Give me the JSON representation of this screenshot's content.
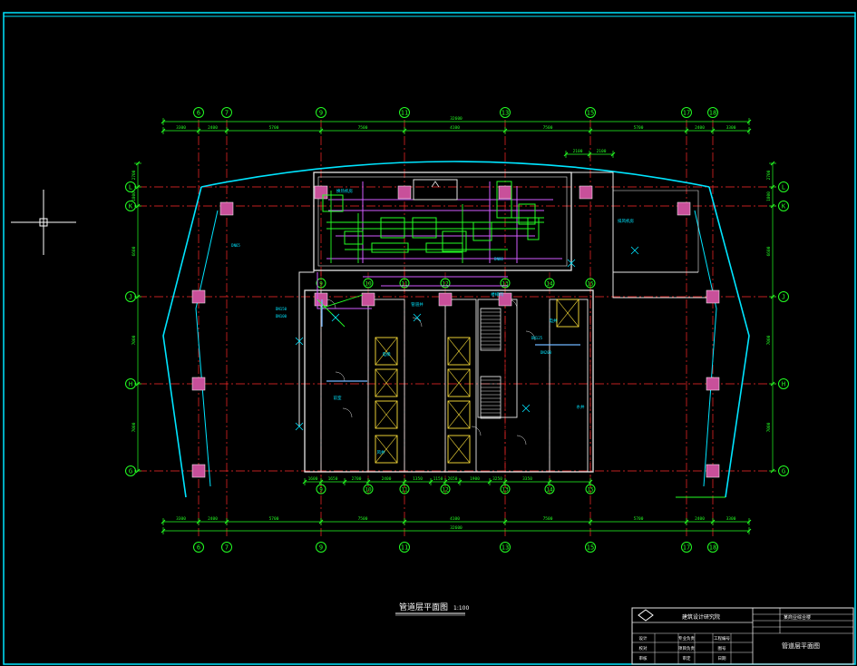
{
  "drawing": {
    "title_main": "管道层平面图",
    "scale": "1:100",
    "colors": {
      "background": "#000000",
      "frame": "#00e5ff",
      "axis": "#ff2a2a",
      "grid_bubble": "#23ff23",
      "dimension": "#23ff23",
      "wall": "#e6e6e6",
      "column": "#c8509a",
      "room_label": "#00e5ff",
      "equipment": "#23ff23",
      "pipe": "#d25cff",
      "note": "#ffe23b",
      "duct": "#6fb6ff"
    }
  },
  "grid_axes": {
    "vertical": [
      "6",
      "7",
      "9",
      "11",
      "13",
      "15",
      "17",
      "18"
    ],
    "horizontal": [
      "L",
      "K",
      "J",
      "H",
      "G"
    ],
    "inner_vertical": [
      "9",
      "10",
      "11",
      "12",
      "13",
      "14",
      "15"
    ]
  },
  "dimensions": {
    "top_total": "32600",
    "top_segments": [
      "3300",
      "2400",
      "5700",
      "7500",
      "4100",
      "7500",
      "5700",
      "2400",
      "3300"
    ],
    "top_inner": [
      "2100",
      "2100"
    ],
    "bottom_total": "32600",
    "bottom_segments": [
      "3300",
      "2400",
      "5700",
      "7500",
      "4100",
      "7500",
      "5700",
      "2400",
      "3300"
    ],
    "bottom_inner": [
      "1600",
      "1650",
      "2700",
      "2400",
      "1350",
      "1150",
      "2650",
      "1900",
      "3250",
      "3350"
    ],
    "left_segments": [
      "2700",
      "1800",
      "6600",
      "7000",
      "7000"
    ],
    "right_segments": [
      "2700",
      "1800",
      "6600",
      "7000",
      "7000"
    ]
  },
  "room_labels": [
    "换热机房",
    "排风机房",
    "管道井",
    "电梯",
    "前室",
    "楼梯间",
    "电井",
    "水井",
    "风井"
  ],
  "pipe_labels": [
    "DN150",
    "DN100",
    "DN80",
    "DN65",
    "DN125",
    "DN200"
  ],
  "title_block": {
    "company": "建筑设计研究院",
    "project": "某商业综合楼",
    "drawing_name": "管道层平面图",
    "rows_left": [
      "设计",
      "校对",
      "审核"
    ],
    "rows_mid": [
      "专业负责",
      "项目负责",
      "审定"
    ],
    "rows_right": [
      "工程编号",
      "图号",
      "日期"
    ]
  }
}
